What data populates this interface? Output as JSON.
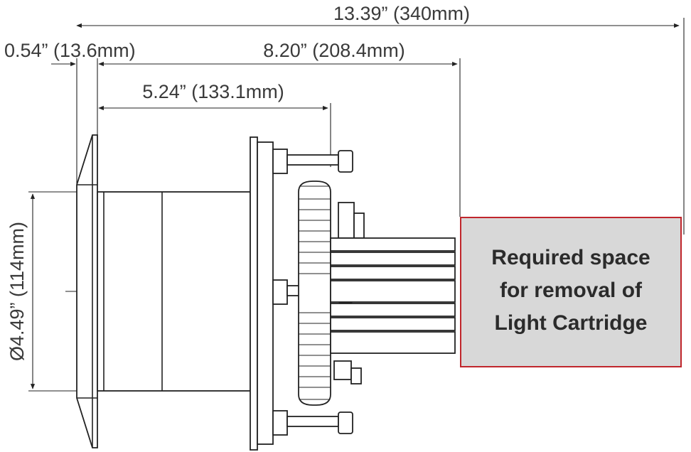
{
  "dimensions": {
    "overall": "13.39” (340mm)",
    "flange": "0.54” (13.6mm)",
    "cartridge": "8.20” (208.4mm)",
    "housing": "5.24” (133.1mm)",
    "diameter": "Ø4.49” (114mm)"
  },
  "removal_box": {
    "line1": "Required space",
    "line2": "for removal of",
    "line3": "Light Cartridge",
    "border_color": "#c0262c",
    "fill_color": "#d8d8d8"
  }
}
